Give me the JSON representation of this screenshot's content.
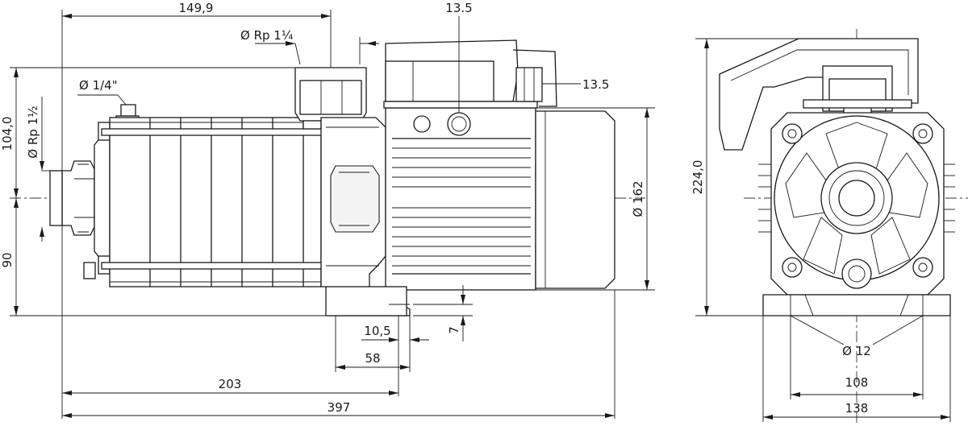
{
  "dimensions": {
    "length_to_outlet": "149,9",
    "outlet_thread": "Ø Rp 1¼",
    "drain_thread": "Ø 1/4\"",
    "inlet_height": "104,0",
    "inlet_thread": "Ø Rp 1½",
    "shaft_height": "90",
    "top_cable_gland": "13.5",
    "side_cable_gland": "13.5",
    "motor_diameter": "Ø 162",
    "foot_offset": "10,5",
    "foot_thickness": "7",
    "foot_width_side": "58",
    "length_to_foot": "203",
    "overall_length": "397",
    "overall_height": "224,0",
    "mounting_hole": "Ø 12",
    "foot_hole_spacing": "108",
    "foot_width": "138"
  }
}
